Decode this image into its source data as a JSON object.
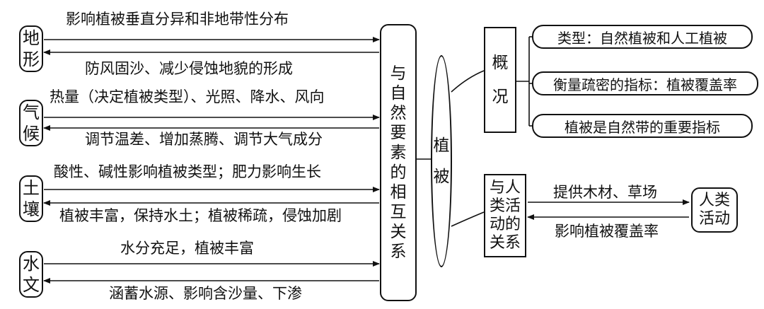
{
  "left_nodes": {
    "terrain": "地形",
    "climate": "气候",
    "soil": "土壤",
    "hydrology": "水文"
  },
  "center_node": "与自然要素的相互关系",
  "vegetation_node": "植被",
  "overview_node": "概况",
  "human_relation_node": "与人类活动的关系",
  "human_activity_node": "人类活动",
  "relations": {
    "terrain_to": "影响植被垂直分异和非地带性分布",
    "terrain_from": "防风固沙、减少侵蚀地貌的形成",
    "climate_to": "热量（决定植被类型）、光照、降水、风向",
    "climate_from": "调节温差、增加蒸腾、调节大气成分",
    "soil_to": "酸性、碱性影响植被类型；肥力影响生长",
    "soil_from": "植被丰富，保持水土；植被稀疏，侵蚀加剧",
    "hydrology_to": "水分充足，植被丰富",
    "hydrology_from": "涵蓄水源、影响含沙量、下渗"
  },
  "overview_items": [
    "类型：自然植被和人工植被",
    "衡量疏密的指标：植被覆盖率",
    "植被是自然带的重要指标"
  ],
  "human_links": {
    "provide": "提供木材、草场",
    "impact": "影响植被覆盖率"
  }
}
